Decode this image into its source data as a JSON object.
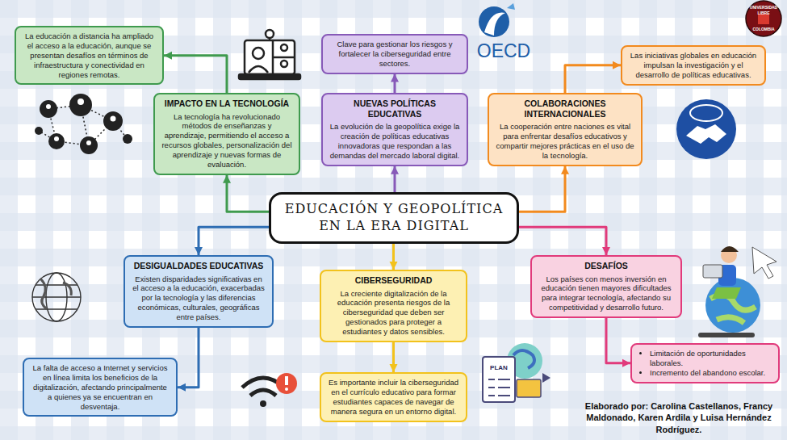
{
  "diagram": {
    "nodes": [
      {
        "text": [
          "La educación a distancia ha ampliado el acceso a la educación, aunque se presentan desafíos en términos de infraestructura y conectividad en regiones remotas."
        ]
      },
      {
        "text": [
          "Clave para gestionar los riesgos y fortalecer la ciberseguridad entre sectores."
        ]
      },
      {
        "text": [
          "Las iniciativas globales en educación impulsan la investigación y el desarrollo de políticas educativas."
        ]
      },
      {
        "text": [
          "IMPACTO EN LA TECNOLOGÍA",
          "La tecnología ha revolucionado métodos de enseñanzas y aprendizaje, permitiendo el acceso a recursos globales, personalización del aprendizaje y nuevas formas de evaluación."
        ]
      },
      {
        "text": [
          "NUEVAS POLÍTICAS EDUCATIVAS",
          "La evolución de la geopolítica exige la creación de políticas educativas innovadoras que respondan a las demandas del mercado laboral digital."
        ]
      },
      {
        "text": [
          "COLABORACIONES INTERNACIONALES",
          "La cooperación entre naciones es vital para enfrentar desafíos educativos y compartir mejores prácticas en el uso de la tecnología."
        ]
      },
      {
        "text": [
          "EDUCACIÓN Y GEOPOLÍTICA EN LA ERA DIGITAL"
        ]
      },
      {
        "text": [
          "DESIGUALDADES EDUCATIVAS",
          "Existen disparidades significativas en el acceso a la educación, exacerbadas por la tecnología y las diferencias económicas, culturales, geográficas entre países."
        ]
      },
      {
        "text": [
          "CIBERSEGURIDAD",
          "La creciente digitalización de la educación presenta riesgos de la ciberseguridad que deben ser gestionados para proteger a estudiantes y datos sensibles."
        ]
      },
      {
        "text": [
          "DESAFÍOS",
          "Los países con menos inversión en educación tienen mayores dificultades para integrar tecnología, afectando su competitividad y desarrollo futuro."
        ]
      },
      {
        "text": [
          "La falta de acceso a Internet y servicios en línea limita los beneficios de la digitalización, afectando principalmente a quienes ya se encuentran en desventaja."
        ]
      },
      {
        "text": [
          "Es importante incluir la ciberseguridad en el currículo educativo para formar estudiantes capaces de navegar de manera segura en un entorno digital."
        ]
      },
      {
        "text": [
          "Limitación de oportunidades laborales.",
          "Incremento del abandono escolar."
        ]
      }
    ],
    "edges": [
      {
        "from": 6,
        "to": 3,
        "arrow": "to"
      },
      {
        "from": 6,
        "to": 4,
        "arrow": "to"
      },
      {
        "from": 6,
        "to": 5,
        "arrow": "to"
      },
      {
        "from": 6,
        "to": 7,
        "arrow": "to"
      },
      {
        "from": 6,
        "to": 8,
        "arrow": "to"
      },
      {
        "from": 6,
        "to": 9,
        "arrow": "to"
      },
      {
        "from": 3,
        "to": 0,
        "arrow": "to"
      },
      {
        "from": 4,
        "to": 1,
        "arrow": "to"
      },
      {
        "from": 5,
        "to": 2,
        "arrow": "to"
      },
      {
        "from": 7,
        "to": 10,
        "arrow": "to"
      },
      {
        "from": 8,
        "to": 11,
        "arrow": "to"
      },
      {
        "from": 9,
        "to": 12,
        "arrow": "to"
      }
    ],
    "labels": [
      "OECD",
      "UNIVERSIDAD LIBRE",
      "COLOMBIA",
      "PLAN",
      "Elaborado por: Carolina Castellanos, Francy Maldonado, Karen Ardila y Luisa Hernández Rodríguez."
    ]
  }
}
